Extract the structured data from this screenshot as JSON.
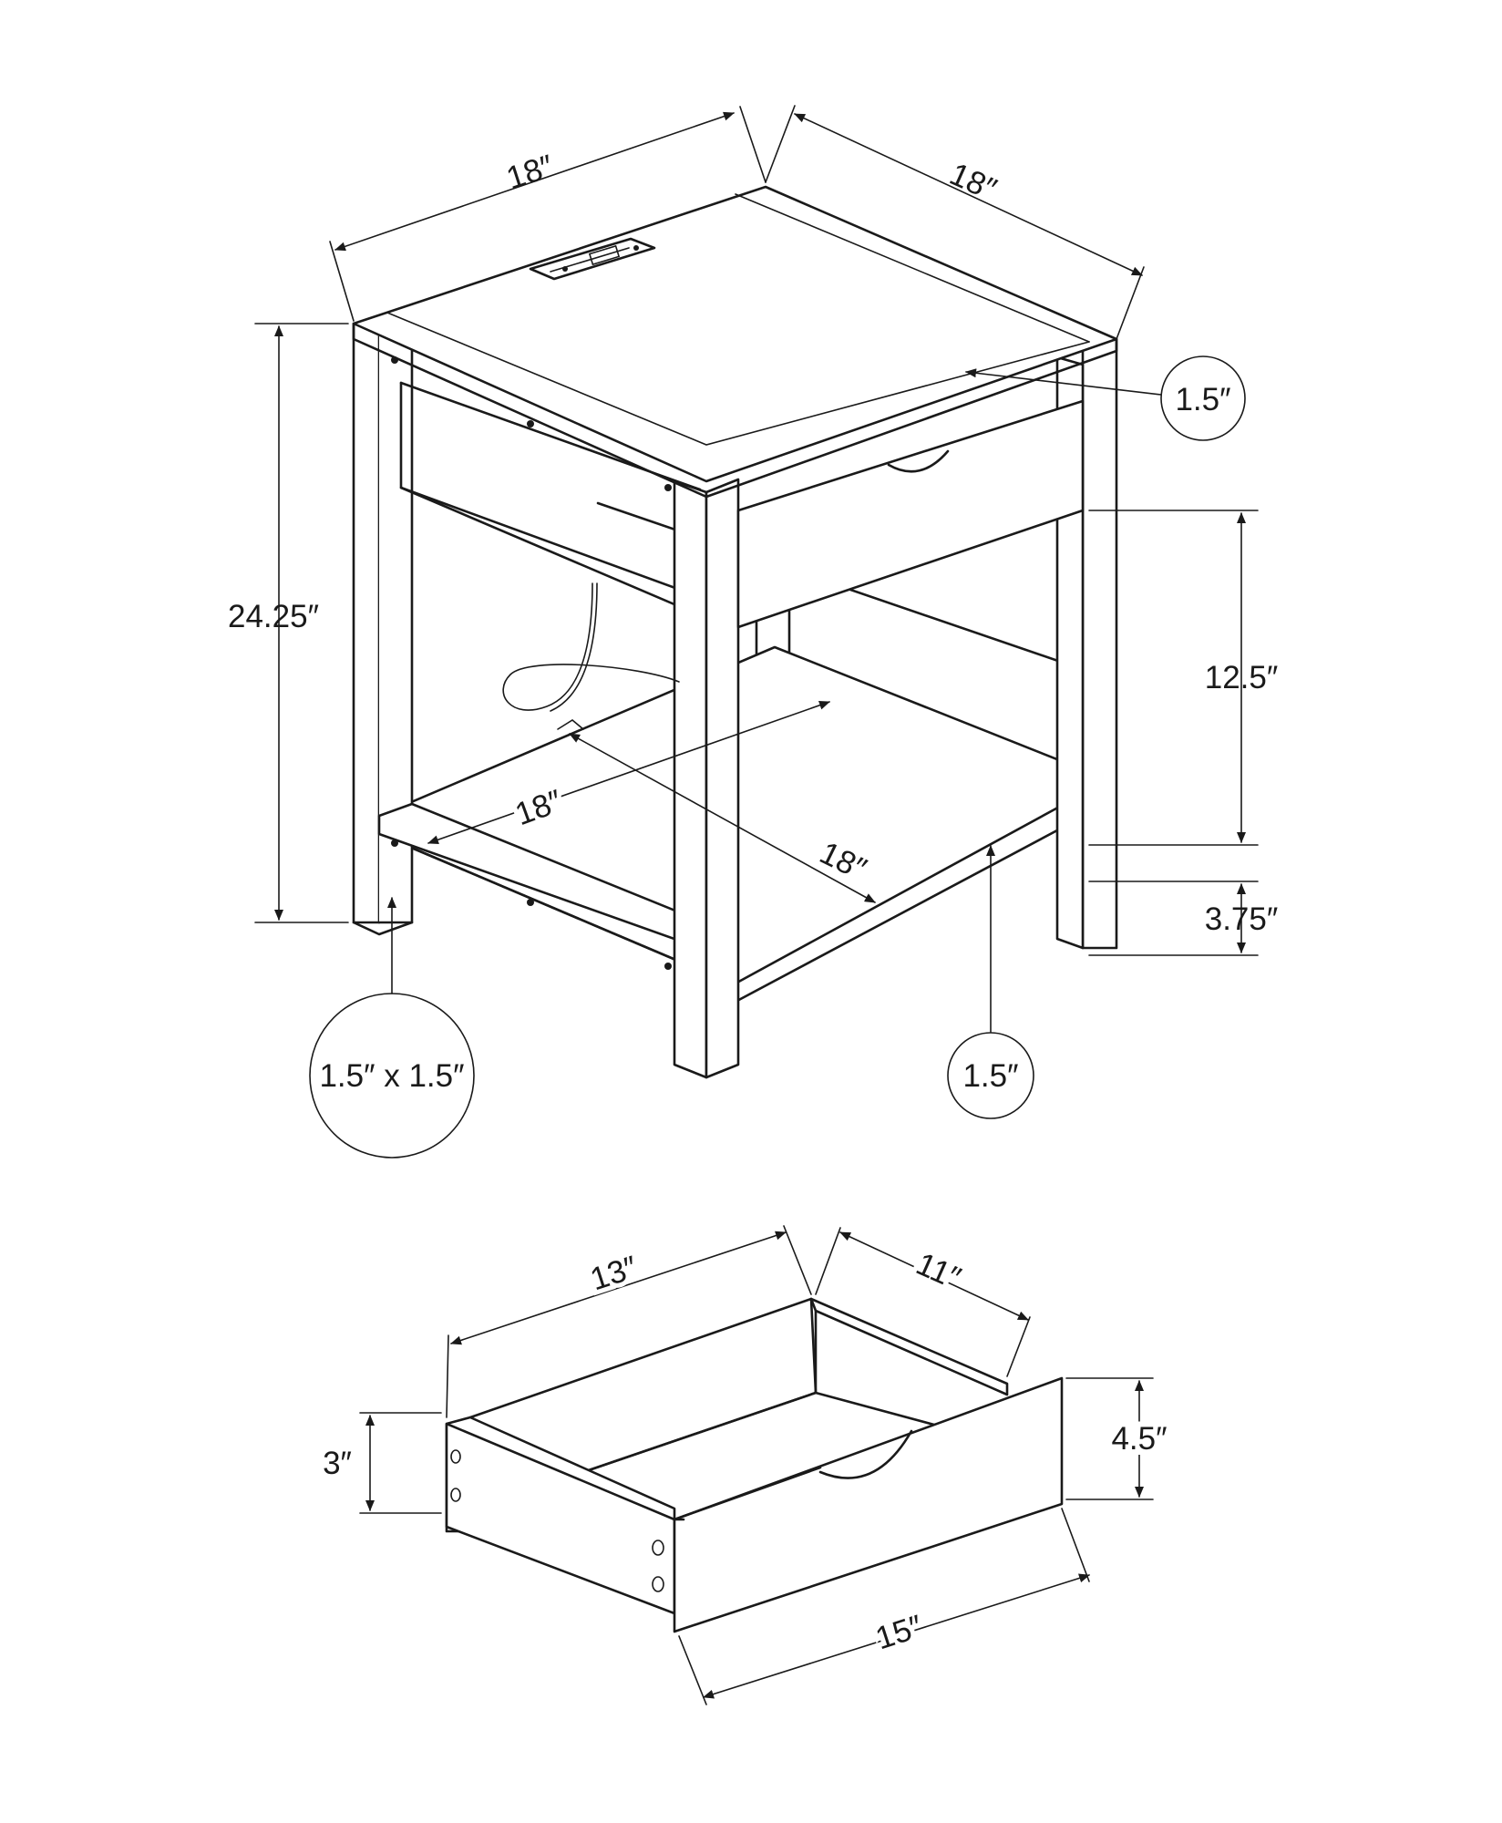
{
  "table": {
    "top_width": "18″",
    "top_depth": "18″",
    "height": "24.25″",
    "top_thickness": "1.5″",
    "drawer_opening": "12.5″",
    "leg_clearance": "3.75″",
    "shelf_width": "18″",
    "shelf_depth": "18″",
    "leg_size": "1.5″ x 1.5″",
    "shelf_thickness": "1.5″"
  },
  "drawer": {
    "width": "13″",
    "depth": "11″",
    "side_height": "3″",
    "front_height": "4.5″",
    "front_width": "15″"
  },
  "colors": {
    "line": "#1a1a1a",
    "background": "#ffffff"
  }
}
